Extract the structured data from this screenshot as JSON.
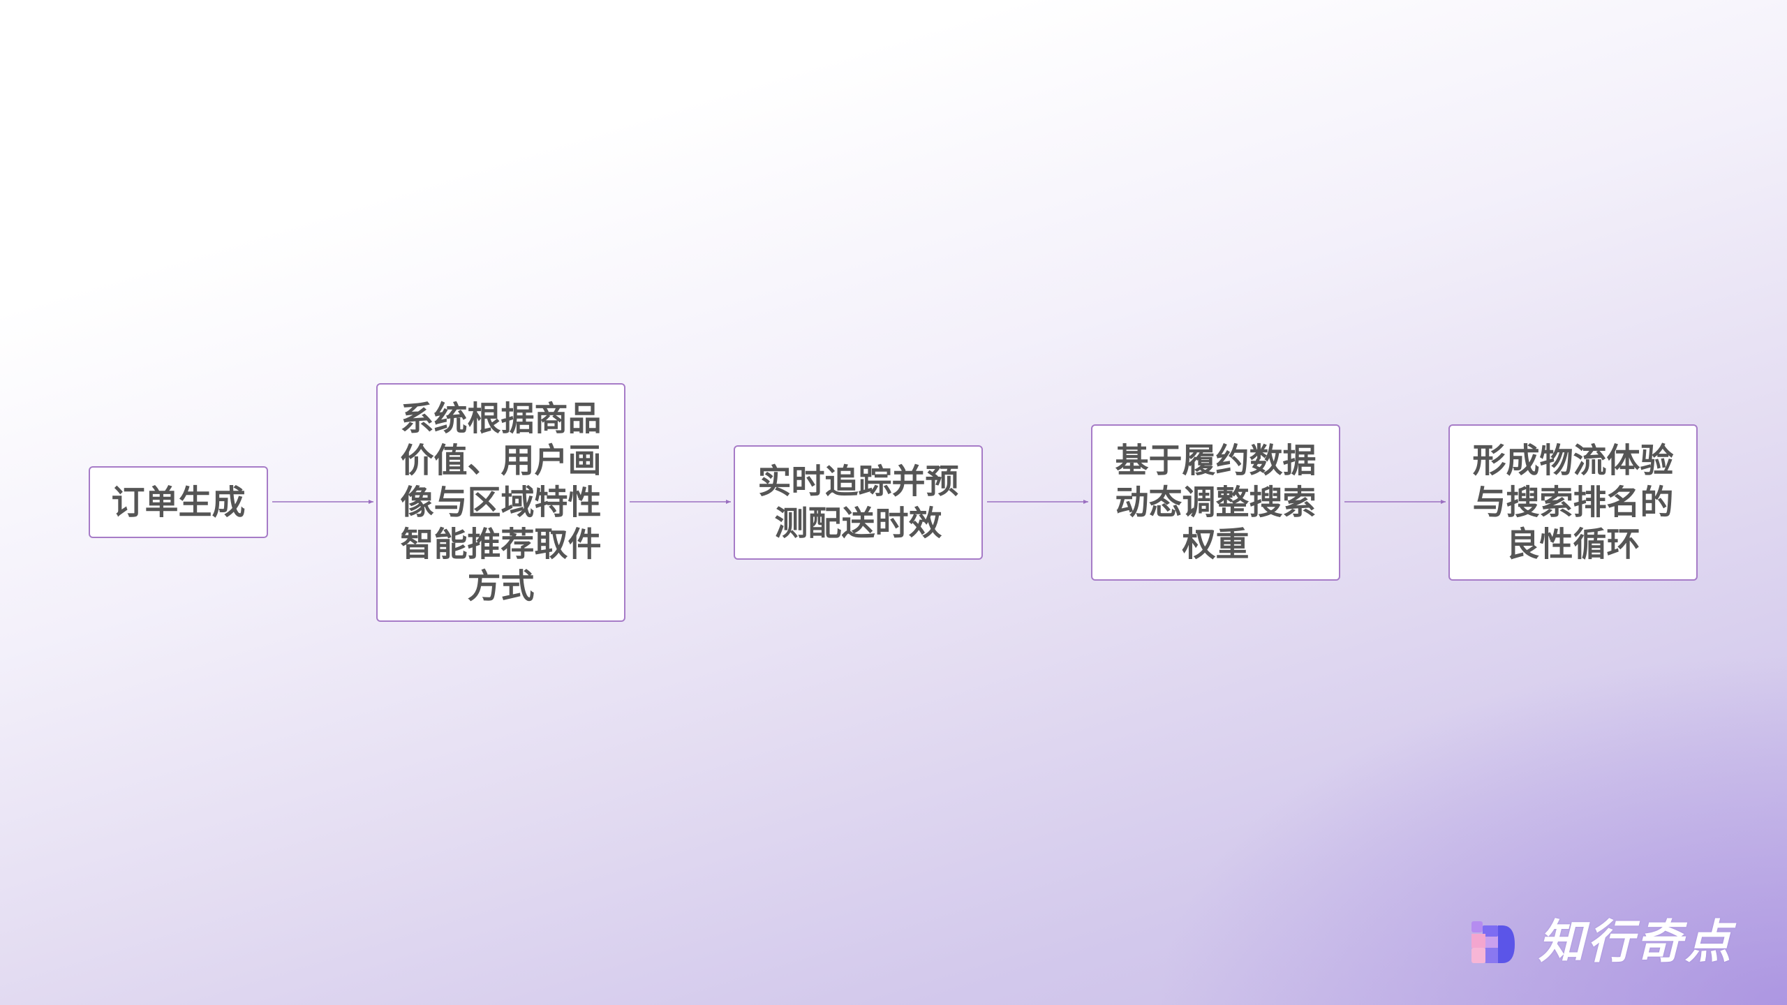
{
  "flow": {
    "nodes": [
      {
        "id": "order",
        "label": "订单生成"
      },
      {
        "id": "recommend",
        "label": "系统根据商品价值、用户画像与区域特性智能推荐取件方式"
      },
      {
        "id": "track",
        "label": "实时追踪并预测配送时效"
      },
      {
        "id": "adjust",
        "label": "基于履约数据动态调整搜索权重"
      },
      {
        "id": "cycle",
        "label": "形成物流体验与搜索排名的良性循环"
      }
    ],
    "edges": [
      {
        "from": "order",
        "to": "recommend"
      },
      {
        "from": "recommend",
        "to": "track"
      },
      {
        "from": "track",
        "to": "adjust"
      },
      {
        "from": "adjust",
        "to": "cycle"
      }
    ],
    "colors": {
      "node_border": "#a67bc7",
      "node_fill": "#ffffff",
      "text": "#555555",
      "connector": "#9a6fc0"
    }
  },
  "brand": {
    "name": "知行奇点",
    "icon": "brand-logo-icon"
  }
}
